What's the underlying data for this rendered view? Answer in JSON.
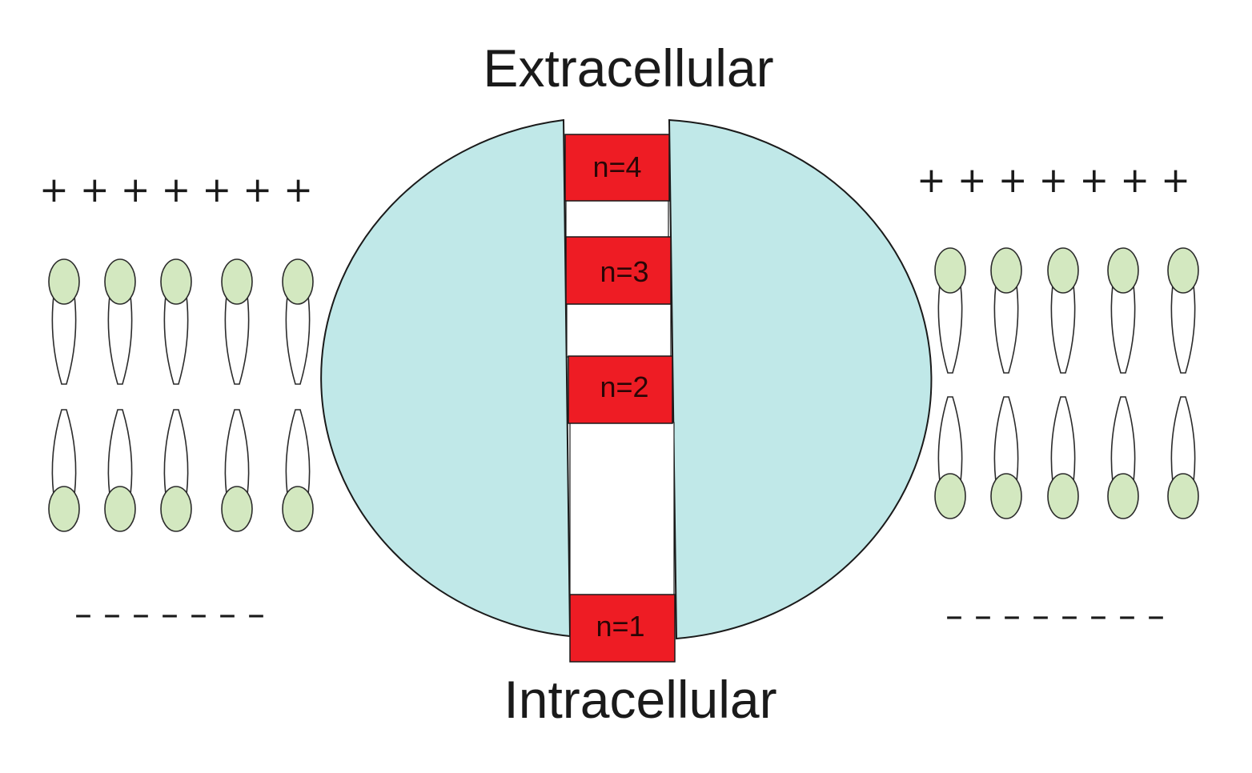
{
  "labels": {
    "extracellular": "Extracellular",
    "intracellular": "Intracellular"
  },
  "charges": {
    "left_top": "+ + + + + + +",
    "right_top": "+ + + + + + +",
    "left_bottom": "– – – – – – –",
    "right_bottom": "– – – – – – – –"
  },
  "blocks": {
    "n4": "n=4",
    "n3": "n=3",
    "n2": "n=2",
    "n1": "n=1"
  },
  "colors": {
    "protein": "#c0e8e8",
    "block": "#ee1c24",
    "lipid_head": "#d3e8c0"
  }
}
